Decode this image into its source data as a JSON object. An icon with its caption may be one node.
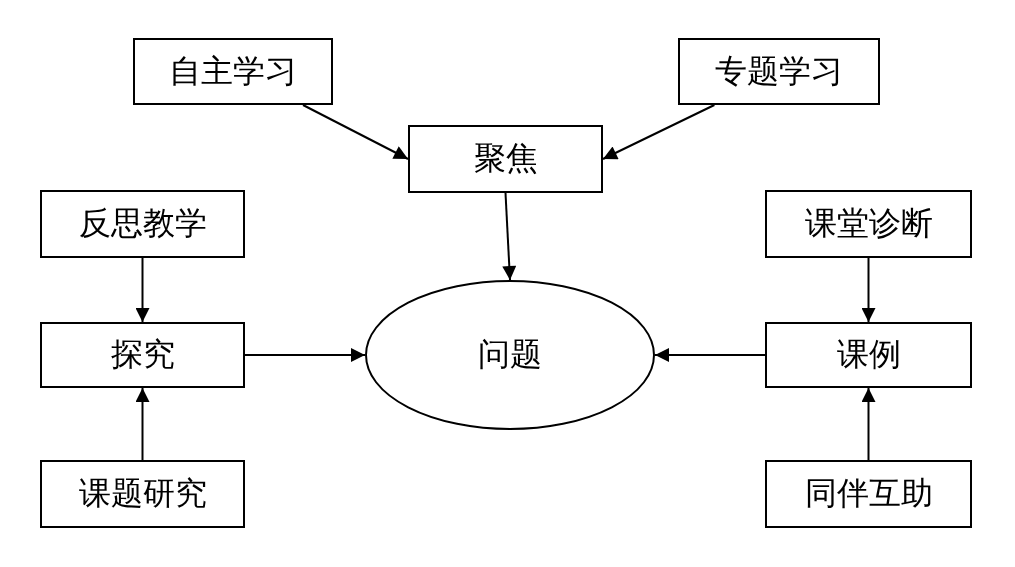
{
  "diagram": {
    "nodes": [
      {
        "text": [
          "自主学习"
        ]
      },
      {
        "text": [
          "专题学习"
        ]
      },
      {
        "text": [
          "聚焦"
        ]
      },
      {
        "text": [
          "反思教学"
        ]
      },
      {
        "text": [
          "课堂诊断"
        ]
      },
      {
        "text": [
          "探究"
        ]
      },
      {
        "text": [
          "问题"
        ]
      },
      {
        "text": [
          "课例"
        ]
      },
      {
        "text": [
          "课题研究"
        ]
      },
      {
        "text": [
          "同伴互助"
        ]
      }
    ],
    "edges": [
      {
        "from": 0,
        "to": 2,
        "arrow": "to"
      },
      {
        "from": 1,
        "to": 2,
        "arrow": "to"
      },
      {
        "from": 2,
        "to": 6,
        "arrow": "to"
      },
      {
        "from": 3,
        "to": 5,
        "arrow": "to"
      },
      {
        "from": 8,
        "to": 5,
        "arrow": "to"
      },
      {
        "from": 5,
        "to": 6,
        "arrow": "to"
      },
      {
        "from": 4,
        "to": 7,
        "arrow": "to"
      },
      {
        "from": 9,
        "to": 7,
        "arrow": "to"
      },
      {
        "from": 7,
        "to": 6,
        "arrow": "to"
      }
    ]
  }
}
